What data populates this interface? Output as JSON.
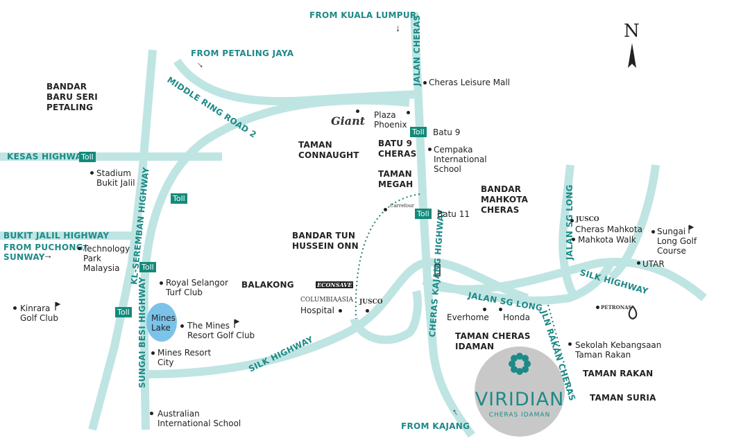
{
  "directions": {
    "from_kl": "FROM KUALA LUMPUR",
    "from_pj": "FROM PETALING JAYA",
    "from_puchong": "FROM PUCHONG/\nSUNWAY",
    "from_kajang": "FROM KAJANG"
  },
  "roads": {
    "mrr2": "MIDDLE RING ROAD 2",
    "jalan_cheras": "JALAN CHERAS",
    "kesas": "KESAS HIGHWAY",
    "bukit_jalil": "BUKIT JALIL HIGHWAY",
    "kl_seremban": "KL-SEREMBAN HIGHWAY",
    "sungai_besi": "SUNGAI BESI HIGHWAY",
    "silk_south": "SILK HIGHWAY",
    "silk_east": "SILK HIGHWAY",
    "cheras_kajang": "CHERAS KAJANG HIGHWAY",
    "jalan_sg_long": "JALAN SG LONG",
    "jalan_sg_long_v": "JALAN SG LONG",
    "jln_rakan_cheras": "JLN RAKAN CHERAS"
  },
  "tolls": {
    "label": "Toll"
  },
  "areas": {
    "bandar_baru": "BANDAR\nBARU SERI\nPETALING",
    "taman_connaught": "TAMAN\nCONNAUGHT",
    "batu9_cheras": "BATU 9\nCHERAS",
    "taman_megah": "TAMAN\nMEGAH",
    "bandar_mahkota": "BANDAR\nMAHKOTA\nCHERAS",
    "bandar_tun": "BANDAR TUN\nHUSSEIN ONN",
    "balakong": "BALAKONG",
    "taman_cheras_idaman": "TAMAN CHERAS\nIDAMAN",
    "taman_rakan": "TAMAN RAKAN",
    "taman_suria": "TAMAN SURIA"
  },
  "places": {
    "cheras_leisure": "Cheras Leisure Mall",
    "plaza_phoenix": "Plaza\nPhoenix",
    "batu9": "Batu 9",
    "cempaka": "Cempaka\nInternational\nSchool",
    "stadium": "Stadium\nBukit Jalil",
    "tpm": "Technology\nPark\nMalaysia",
    "batu11": "Batu 11",
    "jusco_mahkota": "Cheras Mahkota",
    "mahkota_walk": "Mahkota Walk",
    "sungai_long_golf": "Sungai\nLong Golf\nCourse",
    "utar": "UTAR",
    "royal_selangor": "Royal Selangor\nTurf Club",
    "kinrara": "Kinrara\nGolf Club",
    "mines_lake": "Mines\nLake",
    "mines_resort_golf": "The Mines\nResort Golf Club",
    "mines_resort_city": "Mines Resort\nCity",
    "hospital": "Hospital",
    "everhome": "Everhome",
    "honda": "Honda",
    "sekolah": "Sekolah Kebangsaan\nTaman Rakan",
    "australian": "Australian\nInternational School"
  },
  "brands": {
    "giant": "Giant",
    "carrefour": "Carrefour",
    "econsave": "ECONSAVE",
    "columbia": "COLUMBIAASIA",
    "jusco": "JUSCO",
    "jusco2": "JUSCO",
    "petronas": "PETRONAS"
  },
  "compass": {
    "north": "N"
  },
  "project": {
    "name": "VIRIDIAN",
    "sub": "CHERAS IDAMAN"
  },
  "colors": {
    "road": "#bfe5e3",
    "toll": "#138a7a",
    "direction_text": "#1d8a87",
    "lake": "#7cc3ea",
    "project_circle": "#c8c8c8",
    "dotted_route": "#1d7a73"
  }
}
